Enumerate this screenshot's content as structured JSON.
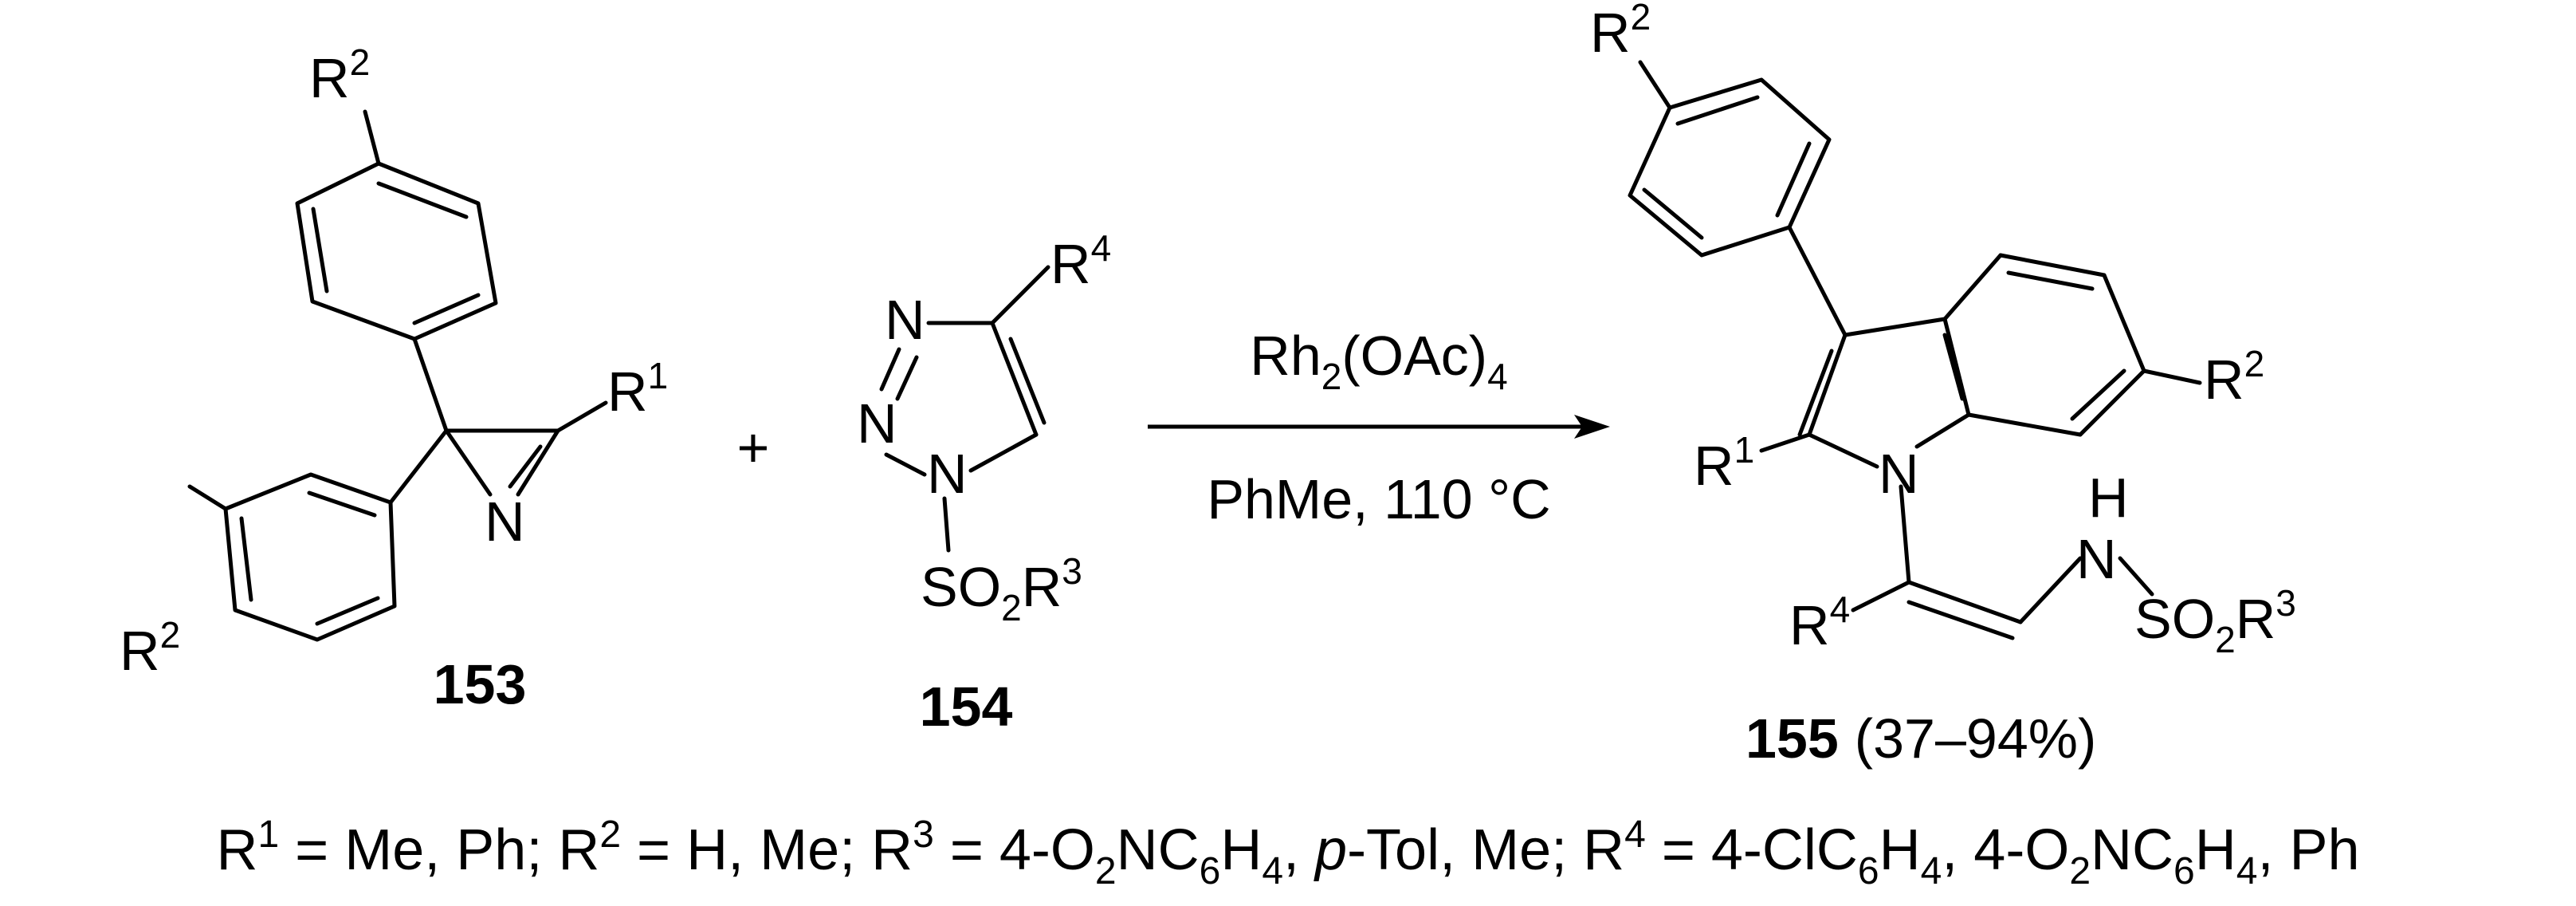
{
  "reactants": {
    "azirine": {
      "label": "153",
      "groups": {
        "r1": "R",
        "r1_sup": "1",
        "r2_top": "R",
        "r2_top_sup": "2",
        "r2_bottom": "R",
        "r2_bottom_sup": "2",
        "n": "N"
      }
    },
    "plus": "+",
    "triazole": {
      "label": "154",
      "groups": {
        "n1": "N",
        "n2": "N",
        "n3": "N",
        "r4": "R",
        "r4_sup": "4",
        "so2": "SO",
        "so2_sub": "2",
        "r3": "R",
        "r3_sup": "3"
      }
    }
  },
  "conditions": {
    "catalyst": {
      "a": "Rh",
      "a_sub": "2",
      "b": "(OAc)",
      "b_sub": "4"
    },
    "solvent_temp": "PhMe, 110 °C"
  },
  "product": {
    "label": "155",
    "yield": "(37–94%)",
    "groups": {
      "r2_top": "R",
      "r2_top_sup": "2",
      "r2_right": "R",
      "r2_right_sup": "2",
      "r1": "R",
      "r1_sup": "1",
      "n_ring": "N",
      "h": "H",
      "nh": "N",
      "so2": "SO",
      "so2_sub": "2",
      "r3": "R",
      "r3_sup": "3",
      "r4": "R",
      "r4_sup": "4"
    }
  },
  "footnote": [
    {
      "t": "R"
    },
    {
      "t": "1",
      "v": "sup"
    },
    {
      "t": " = Me, Ph; R"
    },
    {
      "t": "2",
      "v": "sup"
    },
    {
      "t": " = H, Me; R"
    },
    {
      "t": "3",
      "v": "sup"
    },
    {
      "t": " = 4-O"
    },
    {
      "t": "2",
      "v": "sub"
    },
    {
      "t": "NC"
    },
    {
      "t": "6",
      "v": "sub"
    },
    {
      "t": "H"
    },
    {
      "t": "4",
      "v": "sub"
    },
    {
      "t": ", "
    },
    {
      "t": "p",
      "v": "italic"
    },
    {
      "t": "-Tol, Me; R"
    },
    {
      "t": "4",
      "v": "sup"
    },
    {
      "t": " = 4-ClC"
    },
    {
      "t": "6",
      "v": "sub"
    },
    {
      "t": "H"
    },
    {
      "t": "4",
      "v": "sub"
    },
    {
      "t": ", 4-O"
    },
    {
      "t": "2",
      "v": "sub"
    },
    {
      "t": "NC"
    },
    {
      "t": "6",
      "v": "sub"
    },
    {
      "t": "H"
    },
    {
      "t": "4",
      "v": "sub"
    },
    {
      "t": ", Ph"
    }
  ]
}
